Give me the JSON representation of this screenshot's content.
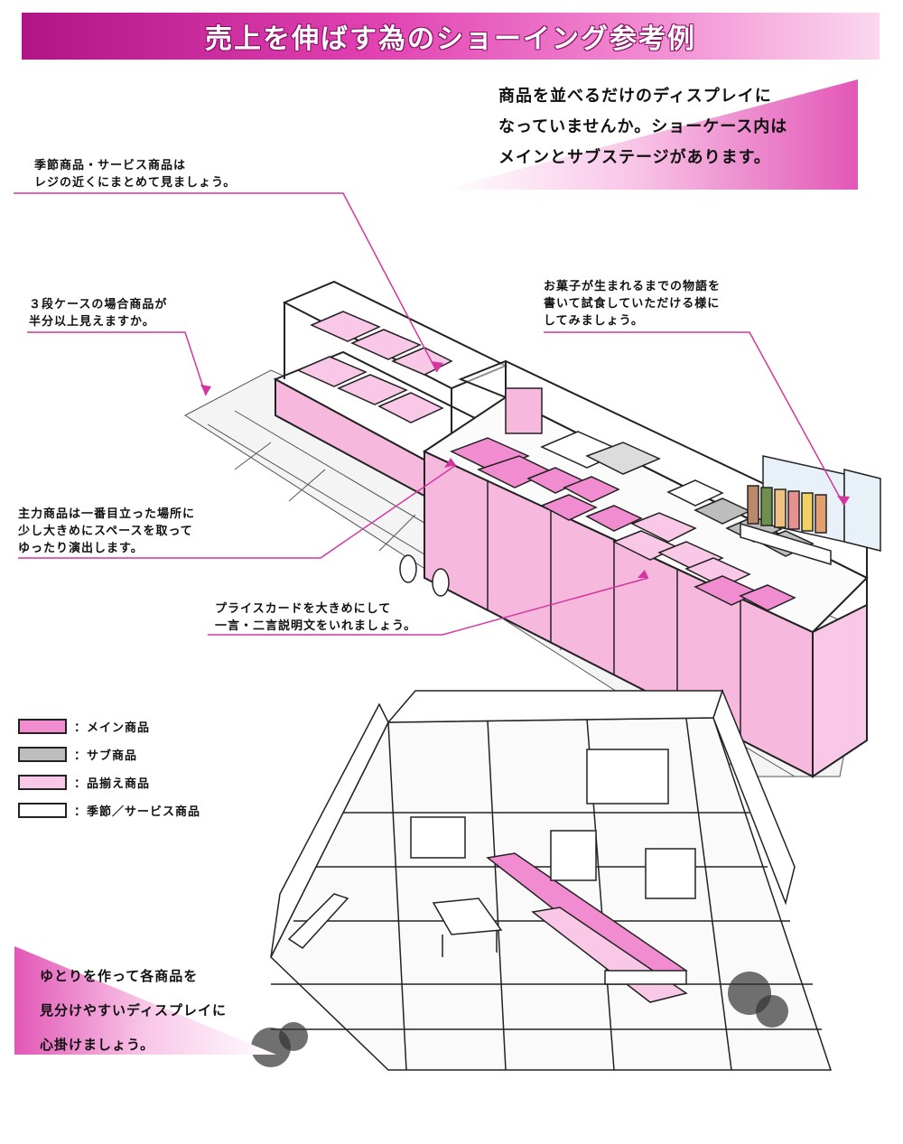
{
  "title": "売上を伸ばす為のショーイング参考例",
  "banner": {
    "lines": [
      "商品を並べるだけのディスプレイに",
      "なっていませんか。ショーケース内は",
      "メインとサブステージがあります。"
    ]
  },
  "notes": {
    "seasonal": [
      "季節商品・サービス商品は",
      "レジの近くにまとめて見ましょう。"
    ],
    "three_tier": [
      "３段ケースの場合商品が",
      "半分以上見えますか。"
    ],
    "story": [
      "お菓子が生まれるまでの物語を",
      "書いて試食していただける様に",
      "してみましょう。"
    ],
    "main_product": [
      "主力商品は一番目立った場所に",
      "少し大きめにスペースを取って",
      "ゆったり演出します。"
    ],
    "price_card": [
      "プライスカードを大きめにして",
      "一言・二言説明文をいれましょう。"
    ]
  },
  "legend": [
    {
      "label": "：メイン商品",
      "color": "#f08ccf"
    },
    {
      "label": "：サブ商品",
      "color": "#bdbdbd"
    },
    {
      "label": "：品揃え商品",
      "color": "#f9c8e6"
    },
    {
      "label": "：季節／サービス商品",
      "color": "#ffffff"
    }
  ],
  "bottom_banner": {
    "lines": [
      "ゆとりを作って各商品を",
      "見分けやすいディスプレイに",
      "心掛けましょう。"
    ]
  },
  "colors": {
    "accent": "#d3379f",
    "main": "#f08ccf",
    "sub": "#bdbdbd",
    "assort": "#f9c8e6"
  }
}
